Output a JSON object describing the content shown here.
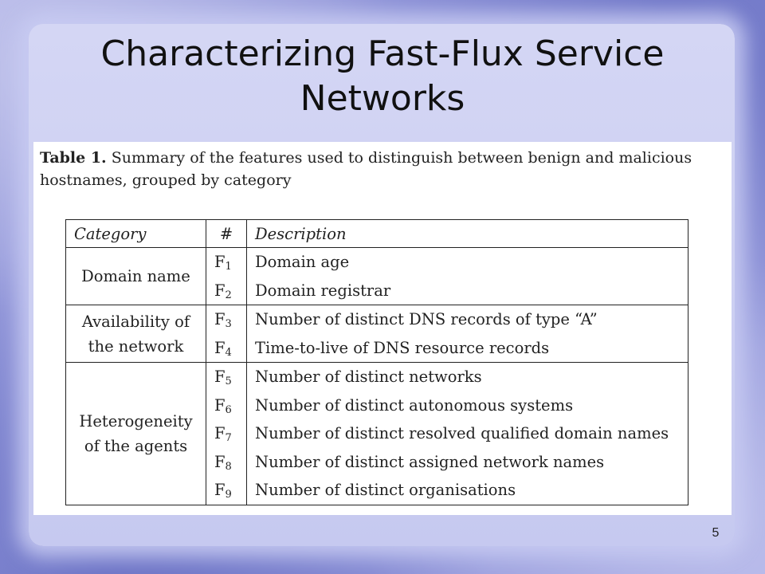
{
  "slide": {
    "title": "Characterizing Fast-Flux Service Networks",
    "page_number": "5"
  },
  "figure": {
    "caption_label": "Table 1.",
    "caption_text": "Summary of the features used to distinguish between benign and malicious hostnames, grouped by category",
    "table": {
      "headers": [
        "Category",
        "#",
        "Description"
      ],
      "groups": [
        {
          "category": "Domain name",
          "rows": [
            {
              "num": "F",
              "sub": "1",
              "desc": "Domain age"
            },
            {
              "num": "F",
              "sub": "2",
              "desc": "Domain registrar"
            }
          ]
        },
        {
          "category": "Availability of the network",
          "rows": [
            {
              "num": "F",
              "sub": "3",
              "desc": "Number of distinct DNS records of type “A”"
            },
            {
              "num": "F",
              "sub": "4",
              "desc": "Time-to-live of DNS resource records"
            }
          ]
        },
        {
          "category": "Heterogeneity of the agents",
          "rows": [
            {
              "num": "F",
              "sub": "5",
              "desc": "Number of distinct networks"
            },
            {
              "num": "F",
              "sub": "6",
              "desc": "Number of distinct autonomous systems"
            },
            {
              "num": "F",
              "sub": "7",
              "desc": "Number of distinct resolved qualified domain names"
            },
            {
              "num": "F",
              "sub": "8",
              "desc": "Number of distinct assigned network names"
            },
            {
              "num": "F",
              "sub": "9",
              "desc": "Number of distinct organisations"
            }
          ]
        }
      ]
    }
  }
}
